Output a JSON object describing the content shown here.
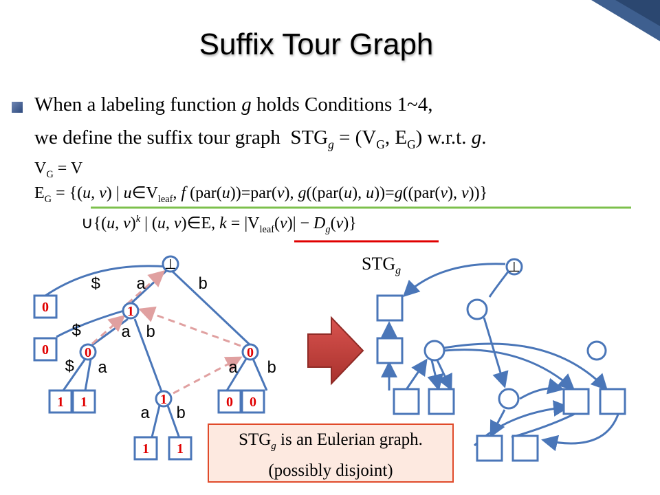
{
  "title": "Suffix Tour Graph",
  "line1": "When a labeling function g holds Conditions 1~4,",
  "line2": "we define the suffix tour graph STGg = (VG, EG) w.r.t. g.",
  "line3": "VG = V",
  "line4": "EG = {(u, v) | u∈Vleaf, f (par(u))=par(v), g((par(u), u))=g((par(v), v))}",
  "line5": "∪{(u, v)k | (u, v)∈E, k = |Vleaf(v)| − Dg(v)}",
  "stg_label": "STGg",
  "root_symbol": "⊥",
  "edge_labels": [
    "$",
    "a",
    "b",
    "$",
    "a",
    "b",
    "$",
    "a",
    "a",
    "b",
    "a",
    "b"
  ],
  "node_values": [
    "1",
    "0",
    "0",
    "1",
    "0",
    "0",
    "1",
    "1",
    "1",
    "1",
    "0",
    "0"
  ],
  "callout_line1": "STGg is an Eulerian graph.",
  "callout_line2": "(possibly disjoint)",
  "colors": {
    "edge": "#4a76b8",
    "label_red": "#e00000",
    "dashed": "#e0a0a0",
    "arrow": "#c0413a",
    "green_line": "#7cc04c",
    "red_line": "#e00000"
  }
}
